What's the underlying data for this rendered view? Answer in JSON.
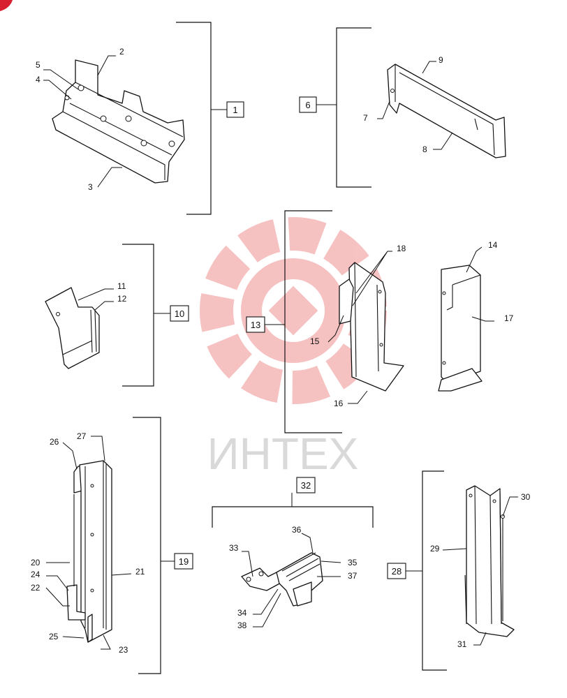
{
  "watermark": {
    "text": "ИНТЕХ",
    "color": "#e8504f"
  },
  "groups": [
    {
      "id": "g1",
      "label": "1"
    },
    {
      "id": "g6",
      "label": "6"
    },
    {
      "id": "g10",
      "label": "10"
    },
    {
      "id": "g13",
      "label": "13"
    },
    {
      "id": "g19",
      "label": "19"
    },
    {
      "id": "g28",
      "label": "28"
    },
    {
      "id": "g32",
      "label": "32"
    }
  ],
  "callouts": [
    "2",
    "3",
    "4",
    "5",
    "7",
    "8",
    "9",
    "11",
    "12",
    "14",
    "15",
    "16",
    "17",
    "18",
    "20",
    "21",
    "22",
    "23",
    "24",
    "25",
    "26",
    "27",
    "29",
    "30",
    "31",
    "33",
    "34",
    "35",
    "36",
    "37",
    "38"
  ]
}
